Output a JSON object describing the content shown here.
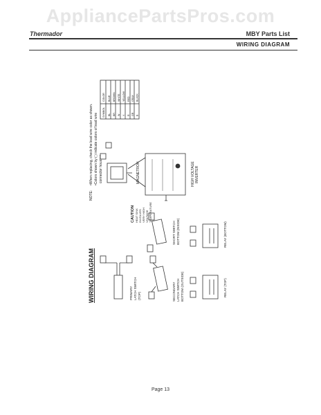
{
  "watermark": "AppliancePartsPros.com",
  "header": {
    "brand": "Thermador",
    "parts_list": "MBY Parts List",
    "section_title": "WIRING DIAGRAM"
  },
  "diagram": {
    "title": "WIRING DIAGRAM",
    "note_label": "NOTE:",
    "note_line1": "•When replacing, check the lead wire color as shown.",
    "note_line2": "•Colors shown by ( ) indicate colors of lead wire",
    "note_line3": "connector housing.",
    "primary_latch": [
      "PRIMARY",
      "LATCH SWITCH",
      "(TOP)"
    ],
    "secondary_latch": [
      "SECONDARY",
      "LATCH SWITCH",
      "BOTTOM (OUTSIDE)"
    ],
    "short_switch": [
      "SHORT SWITCH",
      "BOTTOM (INSIDE)"
    ],
    "relay_top": "RELAY (TOP)",
    "relay_bottom": "RELAY (BOTTOM)",
    "magnetron": "MAGNETRON",
    "inverter": [
      "HIGH VOLTAGE",
      "INVERTER"
    ],
    "caution_title": "CAUTION",
    "caution_lines": [
      "HEAT SINK",
      "INVOLVES",
      "VERY HIGH",
      "VOLTAGE",
      "TEMPERATURE"
    ],
    "color_table": {
      "headers": [
        "SYMBOL",
        "COLOR"
      ],
      "rows": [
        [
          "BL",
          "BLUE"
        ],
        [
          "BR",
          "BROWN"
        ],
        [
          "W",
          "WHITE"
        ],
        [
          "Y",
          "YELLOW"
        ],
        [
          "R",
          "RED"
        ],
        [
          "GR",
          "GRAY"
        ],
        [
          "B",
          "BLACK"
        ]
      ]
    }
  },
  "footer": {
    "page": "Page 13"
  }
}
